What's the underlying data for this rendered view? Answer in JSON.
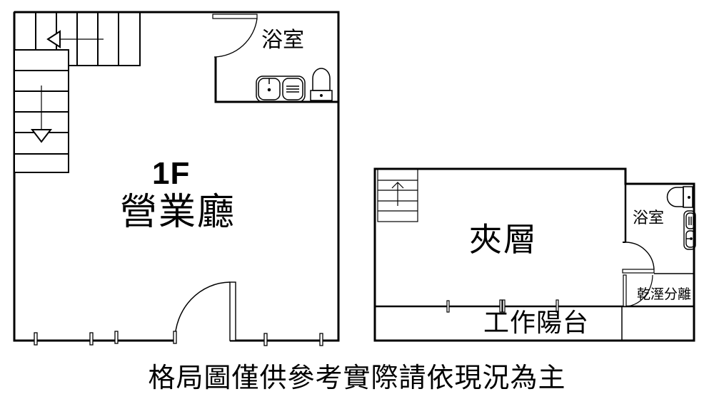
{
  "floor_1": {
    "floor_label": "1F",
    "main_room": "營業廳",
    "bathroom": "浴室",
    "stairs_direction": "down"
  },
  "mezzanine": {
    "main_room": "夾層",
    "bathroom": "浴室",
    "dry_wet_separation": "乾溼分離",
    "balcony": "工作陽台",
    "stairs_direction": "up"
  },
  "caption": "格局圖僅供參考實際請依現況為主",
  "colors": {
    "wall": "#000000",
    "background": "#ffffff",
    "fixture_line": "#333333"
  }
}
